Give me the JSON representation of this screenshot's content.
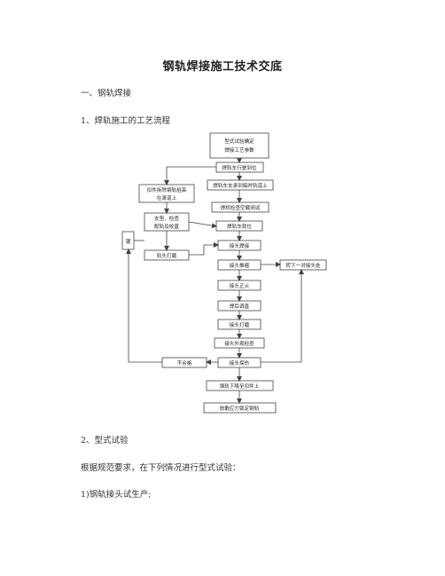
{
  "title": "钢轨焊接施工技术交底",
  "sections": {
    "s1": "一、钢轨焊接",
    "s1_1": "1、焊轨施工的工艺流程",
    "s2": "2、型式试验",
    "p1": "根据规范要求，在下列情况进行型式试验：",
    "p2": "1)钢轨接头试生产;"
  },
  "flow": {
    "n1a": "型式试验确定",
    "n1b": "焊接工艺参数",
    "n2": "焊轨车行驶到位",
    "n3": "焊轨车支承到临时轨道上",
    "n4": "焊机检查空载测试",
    "n5": "焊轨车就位",
    "n6": "接头焊接",
    "n7": "接头推瘤",
    "n8": "接头正火",
    "n9": "焊后调直",
    "n10": "接头打磨",
    "n11": "接头外观检查",
    "n12": "接头探伤",
    "n13": "钢轨下降至扣件上",
    "n14": "放散应力锁定钢轨",
    "l1a": "扣件拆除钢轨抬高",
    "l1b": "在滚道上",
    "l2a": "支垫、检查",
    "l2b": "配轨及校直",
    "l3": "锯",
    "l4": "轨头打磨",
    "r1": "转下一对接头处",
    "fail": "不合格"
  }
}
